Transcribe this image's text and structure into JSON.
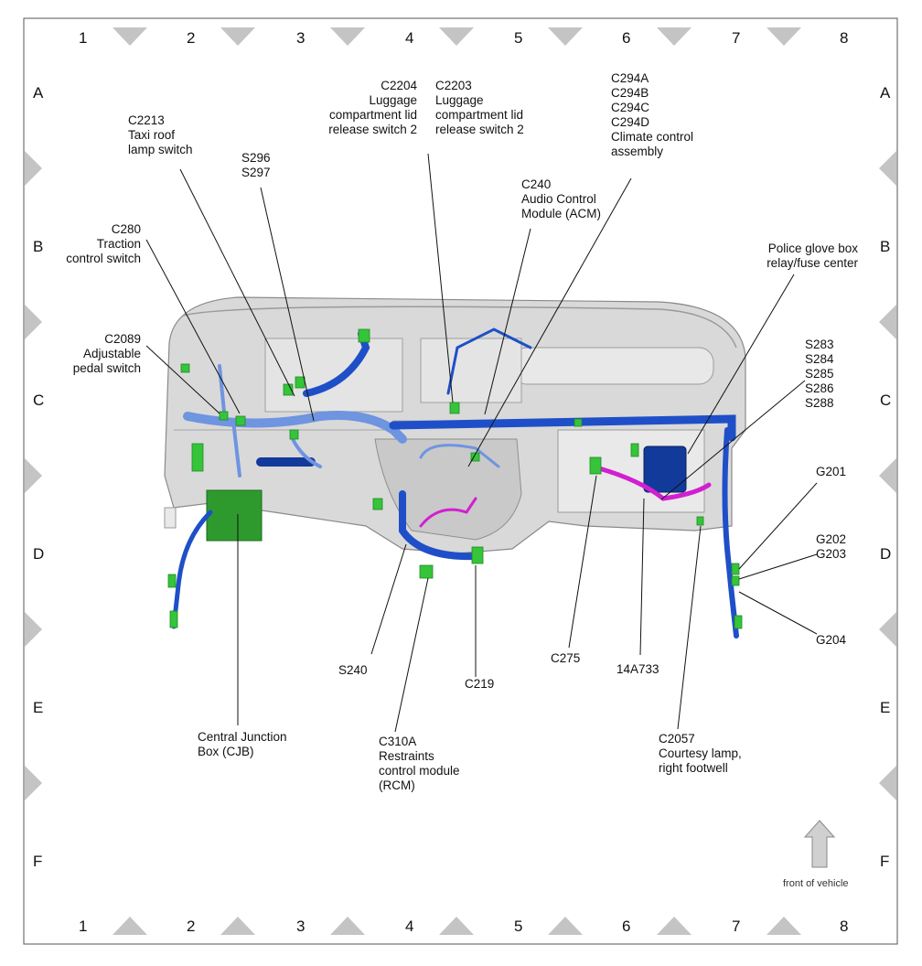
{
  "grid": {
    "columns": [
      "1",
      "2",
      "3",
      "4",
      "5",
      "6",
      "7",
      "8"
    ],
    "rows": [
      "A",
      "B",
      "C",
      "D",
      "E",
      "F"
    ]
  },
  "labels": {
    "c2213": "C2213\nTaxi roof\nlamp switch",
    "c280": "C280\nTraction\ncontrol switch",
    "c2089": "C2089\nAdjustable\npedal switch",
    "s296": "S296\nS297",
    "c2204": "C2204\nLuggage\ncompartment lid\nrelease switch 2",
    "c2203": "C2203\nLuggage\ncompartment lid\nrelease switch 2",
    "c294": "C294A\nC294B\nC294C\nC294D\nClimate control\nassembly",
    "c240": "C240\nAudio Control\nModule (ACM)",
    "police": "Police glove box\nrelay/fuse center",
    "s283": "S283\nS284\nS285\nS286\nS288",
    "g201": "G201",
    "g202": "G202\nG203",
    "g204": "G204",
    "s240": "S240",
    "c219": "C219",
    "c275": "C275",
    "h14a733": "14A733",
    "cjb": "Central Junction\nBox (CJB)",
    "c310a": "C310A\nRestraints\ncontrol module\n(RCM)",
    "c2057": "C2057\nCourtesy lamp,\nright footwell"
  },
  "front_of_vehicle": "front of vehicle",
  "colors": {
    "harness_main": "#1f4fc8",
    "harness_light": "#6f94e0",
    "harness_dark": "#123a9a",
    "connector_green": "#35c43a",
    "jumper_magenta": "#d21fd0",
    "panel_gray": "#d9d9d9",
    "marker_gray": "#c4c4c4"
  },
  "icons": [
    "front-arrow-icon"
  ]
}
